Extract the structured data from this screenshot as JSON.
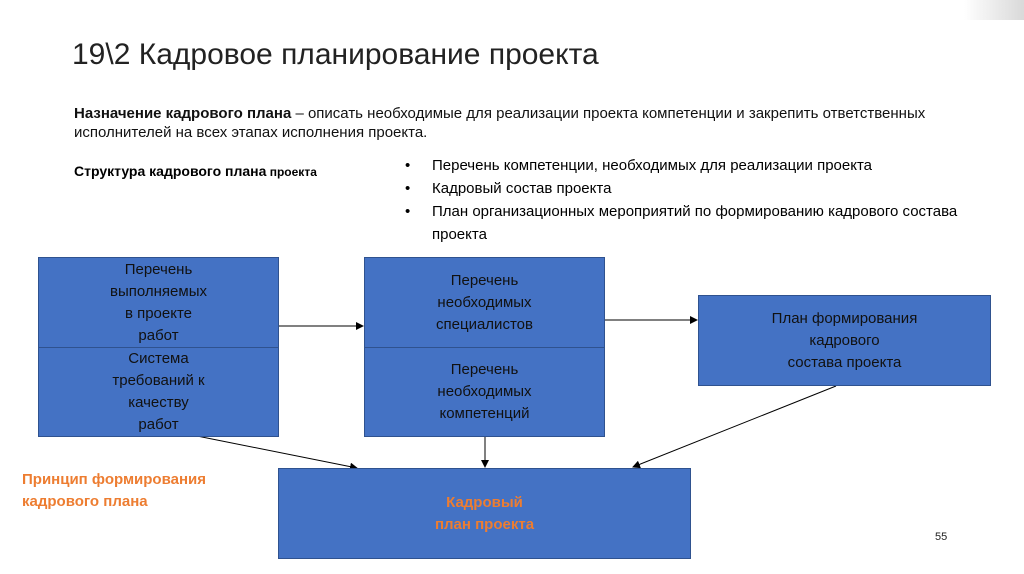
{
  "title": "19\\2 Кадровое планирование проекта",
  "purpose": {
    "label": "Назначение кадрового плана",
    "text": " – описать необходимые для реализации проекта компетенции и закрепить ответственных исполнителей на всех этапах исполнения проекта."
  },
  "structure": {
    "label": "Структура кадрового плана",
    "suffix": " проекта",
    "bullet_glyph": "•",
    "items": [
      "Перечень компетенции, необходимых для реализации проекта",
      "Кадровый состав проекта",
      "План организационных мероприятий по формированию кадрового состава проекта"
    ]
  },
  "diagram": {
    "box1_top": "Перечень\nвыполняемых\nв проекте\nработ",
    "box1_bottom": "Система\nтребований к\nкачеству\nработ",
    "box2_top": "Перечень\nнеобходимых\nспециалистов",
    "box2_bottom": "Перечень\nнеобходимых\nкомпетенций",
    "box3": "План формирования\nкадрового\nсостава проекта",
    "box4": "Кадровый\nплан проекта"
  },
  "principle": "Принцип формирования\nкадрового плана",
  "page_number": "55",
  "colors": {
    "box_fill": "#4472c4",
    "box_border": "#2f528f",
    "accent": "#ed7d31"
  }
}
